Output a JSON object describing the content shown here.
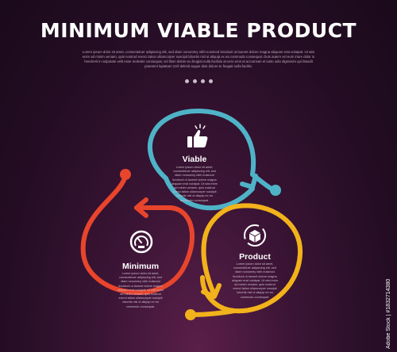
{
  "header": {
    "title": "MINIMUM VIABLE PRODUCT",
    "intro": "Lorem ipsum dolor sit amet, consectetuer adipiscing elit, sed diam nonummy nibh euismod tincidunt ut laoreet dolore magna aliquam erat volutpat. Ut wisi enim ad minim veniam, quis nostrud exerci tation ullamcorper suscipit lobortis nisl ut aliquip ex ea commodo consequat. Duis autem vel eum iriure dolor in hendrerit in vulputate velit esse molestie consequat, vel illum dolore eu feugiat nulla facilisis at vero eros et accumsan et iusto odio dignissim qui blandit praesent luptatum zzril delenit augue duis dolore te feugait nulla facilisi."
  },
  "pagination_dots": 4,
  "steps": [
    {
      "key": "viable",
      "label": "Viable",
      "color": "#4fb3c8",
      "icon": "thumbs-up-icon",
      "desc": "Lorem ipsum dolor sit amet, consectetuer adipiscing elit, sed diam nonummy nibh euismod tincidunt ut laoreet dolore magna aliquam erat volutpat. Ut wisi enim ad minim veniam, quis nostrud exerci tation ullamcorper suscipit lobortis nisl ut aliquip ex ea commodo consequat."
    },
    {
      "key": "minimum",
      "label": "Minimum",
      "color": "#e8452c",
      "icon": "gauge-icon",
      "desc": "Lorem ipsum dolor sit amet, consectetuer adipiscing elit, sed diam nonummy nibh euismod tincidunt ut laoreet dolore magna aliquam erat volutpat. Ut wisi enim ad minim veniam, quis nostrud exerci tation ullamcorper suscipit lobortis nisl ut aliquip ex ea commodo consequat."
    },
    {
      "key": "product",
      "label": "Product",
      "color": "#f2b21b",
      "icon": "box-cycle-icon",
      "desc": "Lorem ipsum dolor sit amet, consectetuer adipiscing elit, sed diam nonummy nibh euismod tincidunt ut laoreet dolore magna aliquam erat volutpat. Ut wisi enim ad minim veniam, quis nostrud exerci tation ullamcorper suscipit lobortis nisl ut aliquip ex ea commodo consequat."
    }
  ],
  "stock": {
    "side_id": "Adobe Stock | #1832714380"
  }
}
